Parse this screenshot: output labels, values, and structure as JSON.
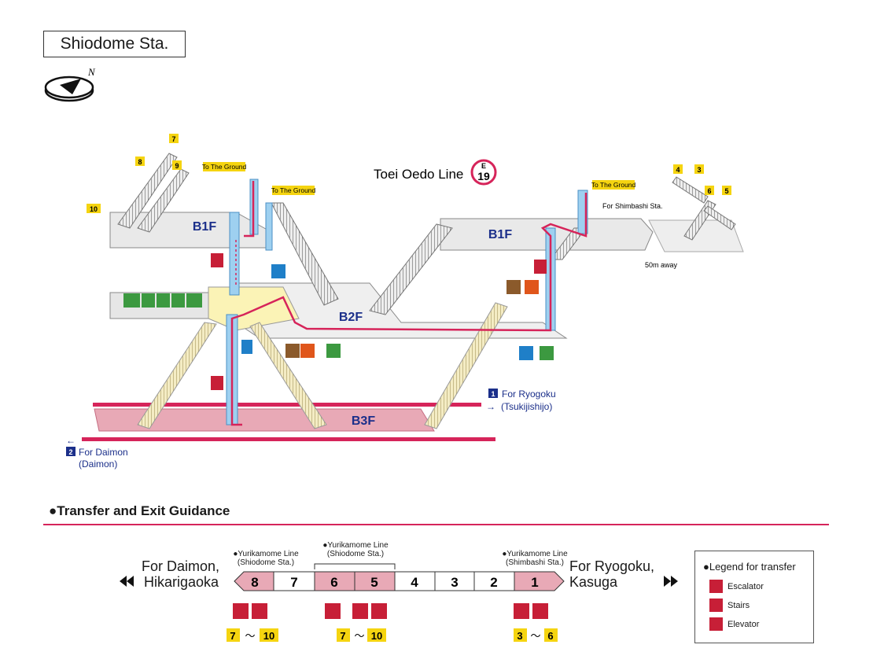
{
  "station": {
    "title": "Shiodome Sta."
  },
  "compass": {
    "north": "N"
  },
  "line": {
    "name": "Toei Oedo Line",
    "code_letter": "E",
    "code_number": "19",
    "color": "#d6245a"
  },
  "floors": {
    "b1f_left": "B1F",
    "b1f_right": "B1F",
    "b2f": "B2F",
    "b3f": "B3F"
  },
  "exits": {
    "left": [
      "7",
      "8",
      "9",
      "10"
    ],
    "right": [
      "4",
      "3",
      "6",
      "5"
    ],
    "exit_color": "#f5d410"
  },
  "labels": {
    "to_ground_1": "To The Ground",
    "to_ground_2": "To The Ground",
    "to_ground_3": "To The Ground",
    "for_shimbashi": "For Shimbashi Sta.",
    "fifty_m": "50m away"
  },
  "platform_directions": {
    "ryogoku_num": "1",
    "ryogoku": "For Ryogoku",
    "ryogoku_sub": "(Tsukijishijo)",
    "daimon_num": "2",
    "daimon": "For Daimon",
    "daimon_sub": "(Daimon)"
  },
  "guidance": {
    "section_title": "●Transfer and Exit Guidance",
    "left_direction_1": "For Daimon,",
    "left_direction_2": "Hikarigaoka",
    "right_direction_1": "For Ryogoku,",
    "right_direction_2": "Kasuga",
    "cars": [
      "8",
      "7",
      "6",
      "5",
      "4",
      "3",
      "2",
      "1"
    ],
    "highlighted_cars": [
      "8",
      "6",
      "5",
      "1"
    ],
    "notes": [
      {
        "line1": "●Yurikamome Line",
        "line2": "(Shiodome Sta.)"
      },
      {
        "line1": "●Yurikamome Line",
        "line2": "(Shiodome Sta.)"
      },
      {
        "line1": "●Yurikamome Line",
        "line2": "(Shimbashi Sta.)"
      }
    ],
    "exit_ranges": [
      {
        "from": "7",
        "sep": "～",
        "to": "10"
      },
      {
        "from": "7",
        "sep": "～",
        "to": "10"
      },
      {
        "from": "3",
        "sep": "～",
        "to": "6"
      }
    ]
  },
  "legend": {
    "title": "●Legend for transfer",
    "escalator": "Escalator",
    "stairs": "Stairs",
    "elevator": "Elevator"
  }
}
